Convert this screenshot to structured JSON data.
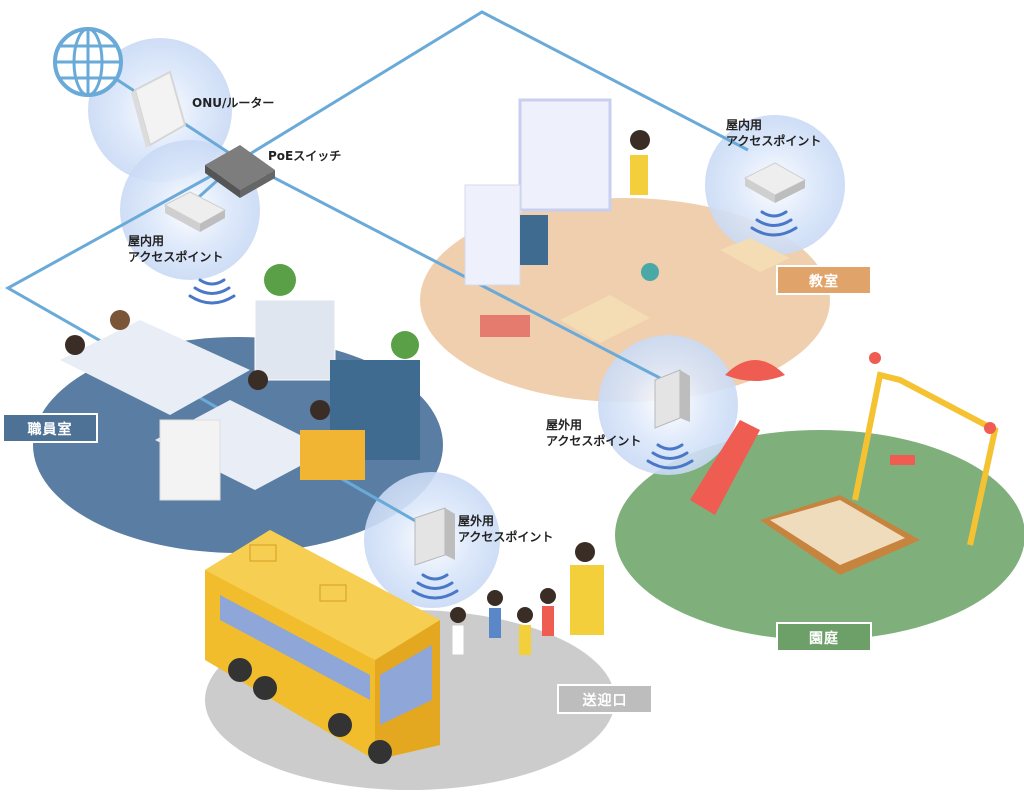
{
  "devices": {
    "onu_router": "ONU/ルーター",
    "poe_switch": "PoEスイッチ",
    "ap_staff": [
      "屋内用",
      "アクセスポイント"
    ],
    "ap_classroom": [
      "屋内用",
      "アクセスポイント"
    ],
    "ap_garden": [
      "屋外用",
      "アクセスポイント"
    ],
    "ap_pickup": [
      "屋外用",
      "アクセスポイント"
    ]
  },
  "areas": {
    "staff_room": "職員室",
    "classroom": "教室",
    "garden": "園庭",
    "pickup": "送迎口"
  },
  "colors": {
    "line": "#6aaad8",
    "signal": "#cfe0f7",
    "staff_floor": "#5a7ea3",
    "class_floor": "#f0cfae",
    "garden_floor": "#7fb07c",
    "pickup_floor": "#cccccc",
    "staff_badge": "#4e7296",
    "class_badge": "#e0a46b",
    "garden_badge": "#6d9f69",
    "pickup_badge": "#bdbdbd",
    "bus": "#f2bd2c"
  }
}
